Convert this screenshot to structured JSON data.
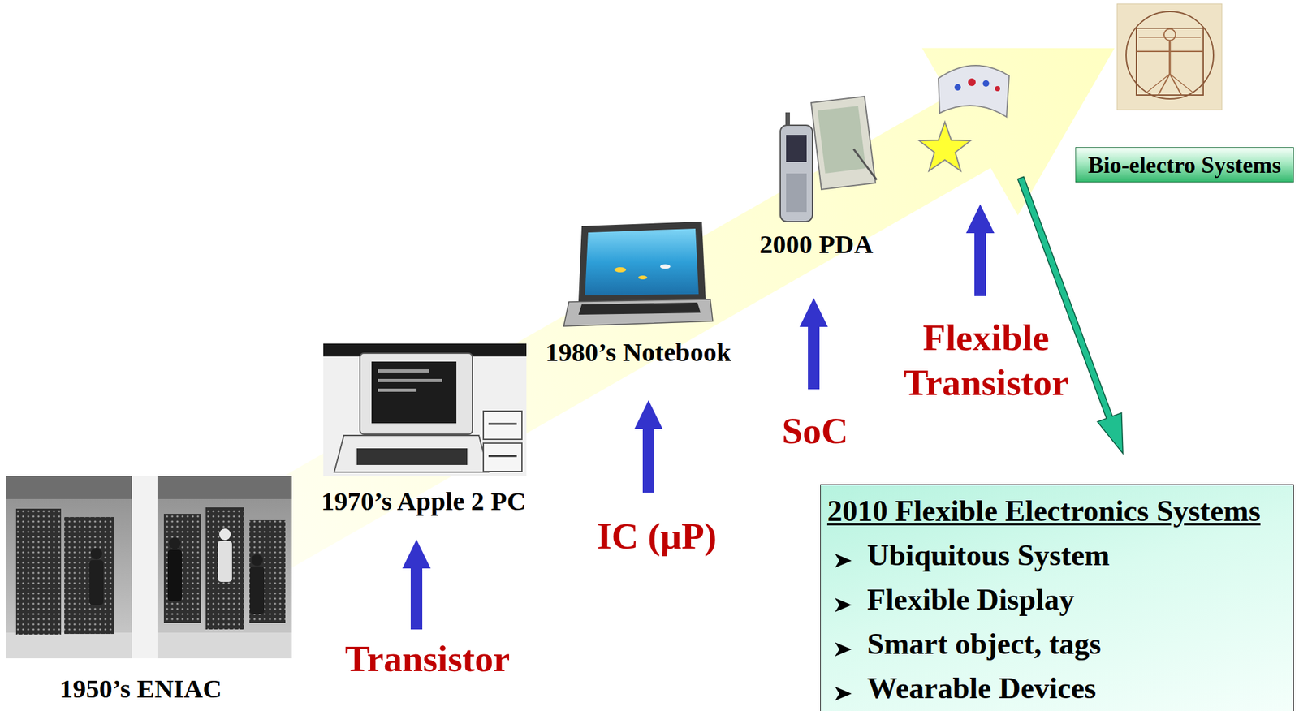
{
  "diagram": {
    "nodes": [
      {
        "text": [
          "Bio-electro Systems"
        ]
      },
      {
        "text": [
          "2010 Flexible Electronics Systems",
          "Ubiquitous System",
          "Flexible Display",
          "Smart object, tags",
          "Wearable Devices"
        ]
      }
    ],
    "labels": [
      "1950’s ENIAC",
      "1970’s Apple 2 PC",
      "1980’s Notebook",
      "2000 PDA",
      "Transistor",
      "IC (μP)",
      "SoC",
      "Flexible Transistor"
    ]
  }
}
